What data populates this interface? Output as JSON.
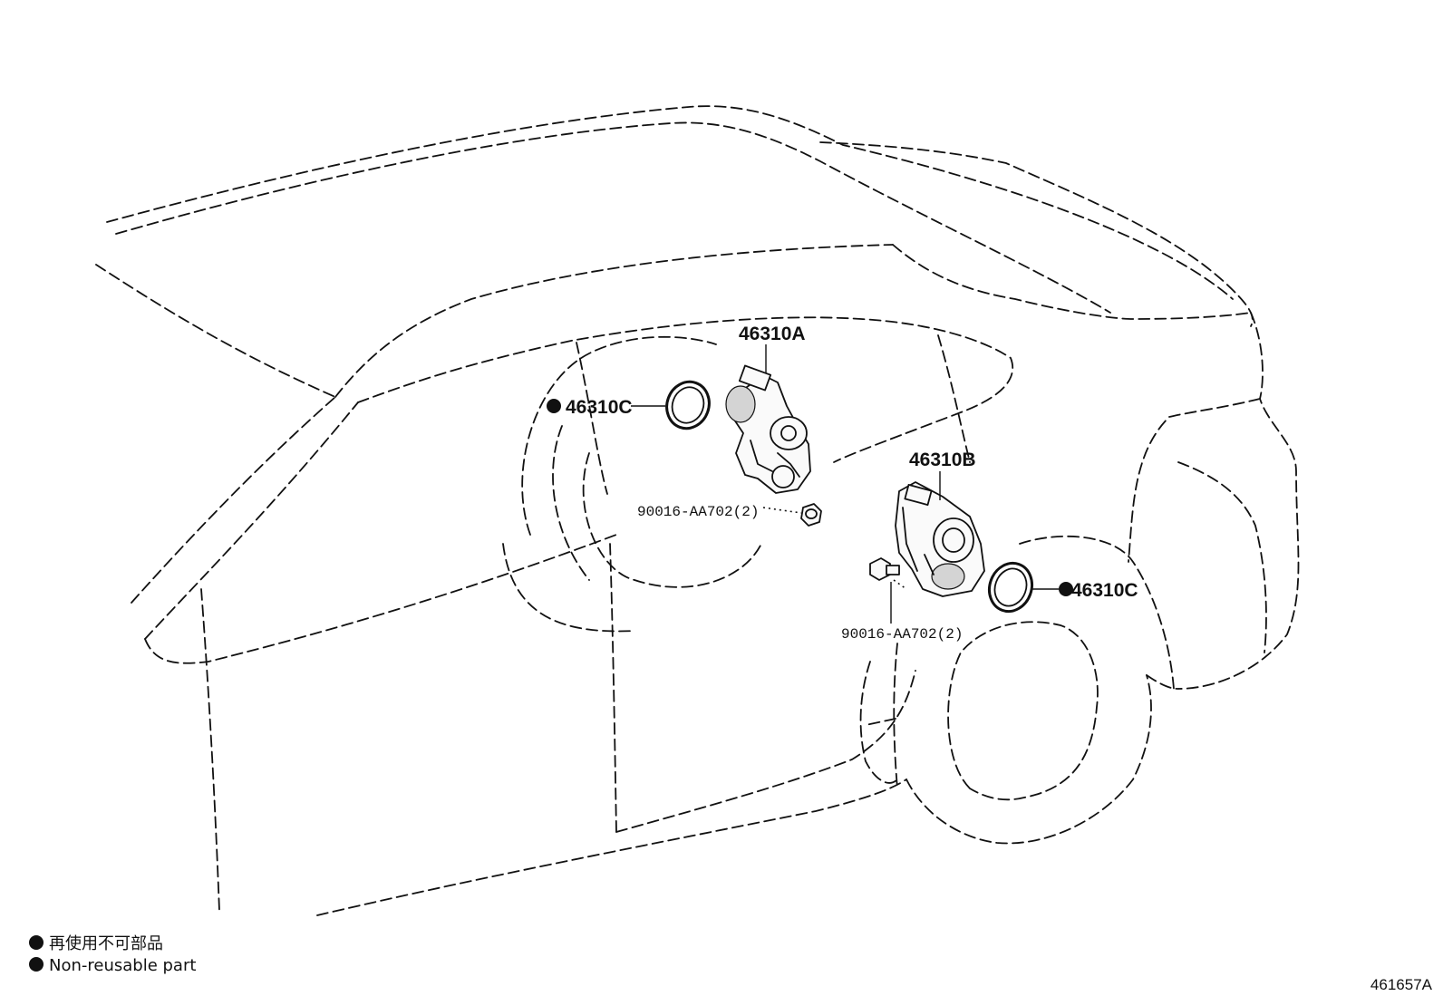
{
  "callouts": {
    "actuator_front": "46310A",
    "actuator_rear": "46310B",
    "oring_front": "46310C",
    "oring_rear": "46310C",
    "bolt_front": "90016-AA702(2)",
    "bolt_rear": "90016-AA702(2)"
  },
  "legend": {
    "line_jp": "再使用不可部品",
    "line_en": "Non-reusable part",
    "marker": "●"
  },
  "figure_id": "461657A"
}
